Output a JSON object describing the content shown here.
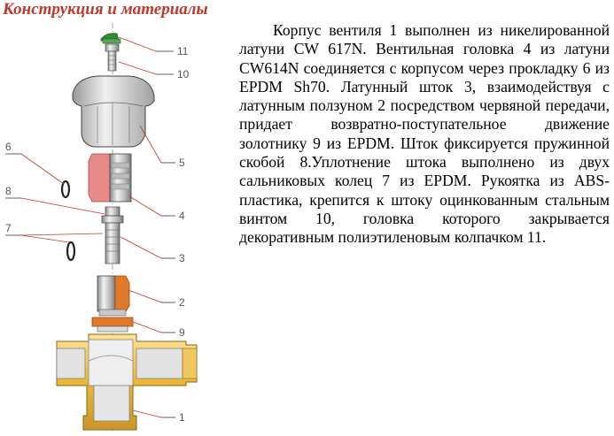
{
  "heading": "Конструкция и материалы",
  "paragraph": "Корпус вентиля 1 выполнен из никелированной латуни CW 617N. Вентильная головка 4 из латуни CW614N соединяется с корпусом через прокладку 6 из EPDM Sh70. Латунный шток 3, взаимодействуя с латунным ползуном 2 посредством червяной передачи, придает возвратно-поступательное движение золотнику 9 из EPDM. Шток фиксируется пружинной скобой 8.Уплотнение штока выполнено из двух сальниковых колец 7 из EPDM. Рукоятка из ABS- пластика, крепится к штоку оцинкованным стальным винтом 10, головка которого закрывается декоративным полиэтиленовым колпачком 11.",
  "callouts": {
    "c1": "1",
    "c2": "2",
    "c3": "3",
    "c4": "4",
    "c5": "5",
    "c6": "6",
    "c7": "7",
    "c8": "8",
    "c9": "9",
    "c10": "10",
    "c11": "11"
  },
  "colors": {
    "heading": "#c0392b",
    "brass": "#e8b83a",
    "orange_part": "#e07a2a",
    "pink_part": "#e88a8a",
    "grey_part": "#c8c8c8",
    "cap_green": "#2e8b3a",
    "leader_red": "#c0392b"
  }
}
